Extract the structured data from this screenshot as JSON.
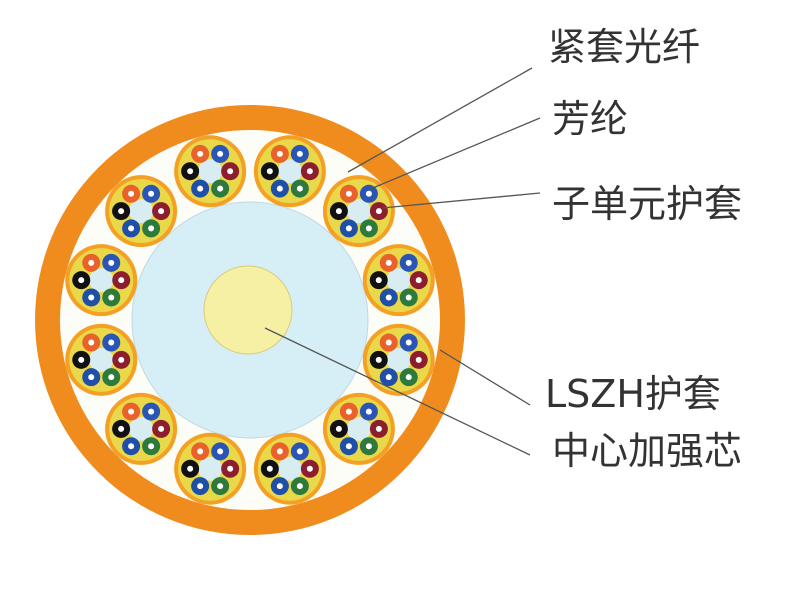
{
  "labels": [
    "紧套光纤",
    "芳纶",
    "子单元护套",
    "LSZH护套",
    "中心加强芯"
  ],
  "colors": {
    "outer_jacket": "#F08C1E",
    "jacket_inner_fill": "#FDFDF8",
    "subunit_jacket": "#F4A024",
    "aramid_fill": "#E9D84A",
    "subunit_core": "#D7EDF2",
    "strength_layer": "#D6EEF6",
    "strength_core": "#F6F0A4",
    "leader_line": "#555555",
    "fiber_colors": [
      "#2A55B5",
      "#8C1E2E",
      "#2E7A3C",
      "#1F4FA6",
      "#111111",
      "#E8622A"
    ]
  }
}
